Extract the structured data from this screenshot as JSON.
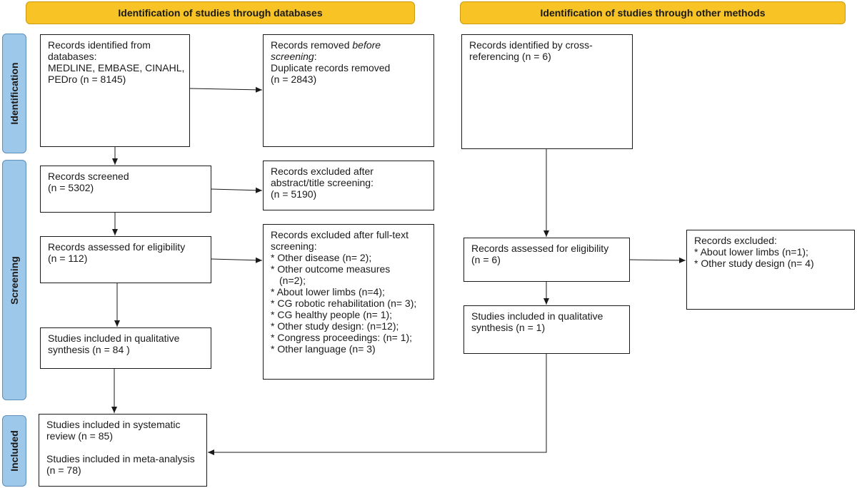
{
  "headers": {
    "databases": "Identification of studies through databases",
    "other_methods": "Identification of studies through other methods"
  },
  "phases": {
    "identification": "Identification",
    "screening": "Screening",
    "included": "Included"
  },
  "db_identified": {
    "line1": "Records identified from",
    "line2": "databases:",
    "line3": "MEDLINE, EMBASE, CINAHL,",
    "line4": "PEDro (n = 8145)"
  },
  "db_removed": {
    "line1_a": "Records removed ",
    "line1_b": "before",
    "line2_a": "screening",
    "line2_b": ":",
    "line3": "Duplicate records removed",
    "line4": "(n = 2843)"
  },
  "db_screened": {
    "line1": "Records screened",
    "line2": "(n = 5302)"
  },
  "db_excluded_abstract": {
    "line1": "Records excluded after",
    "line2": "abstract/title screening:",
    "line3": "(n = 5190)"
  },
  "db_eligibility": {
    "line1": "Records assessed for eligibility",
    "line2": "(n = 112)"
  },
  "db_excluded_fulltext": {
    "title1": "Records excluded after full-text",
    "title2": "screening:",
    "items": [
      "* Other disease (n= 2);",
      "* Other outcome measures",
      "(n=2);",
      "* About lower limbs (n=4);",
      "* CG robotic rehabilitation (n= 3);",
      "* CG healthy people (n= 1);",
      "* Other study design: (n=12);",
      "* Congress proceedings: (n= 1);",
      "* Other language (n= 3)"
    ]
  },
  "db_qualitative": {
    "line1": "Studies included in qualitative",
    "line2": "synthesis (n = 84 )"
  },
  "included": {
    "line1": "Studies included in systematic",
    "line2": "review (n = 85)",
    "line3": "Studies included in meta-analysis",
    "line4": "(n = 78)"
  },
  "om_identified": {
    "line1": "Records identified by cross-",
    "line2": "referencing (n = 6)"
  },
  "om_eligibility": {
    "line1": "Records assessed for eligibility",
    "line2": "(n = 6)"
  },
  "om_excluded": {
    "line1": "Records excluded:",
    "items": [
      "* About lower limbs (n=1);",
      "* Other study design (n= 4)"
    ]
  },
  "om_qualitative": {
    "line1": "Studies included in qualitative",
    "line2": "synthesis (n = 1)"
  },
  "colors": {
    "header_fill": "#f7c325",
    "phase_fill": "#9ec8ea",
    "line": "#1a1a1a"
  }
}
